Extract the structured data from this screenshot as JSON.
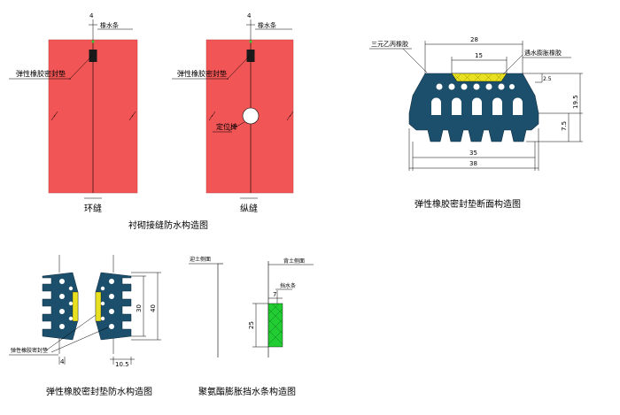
{
  "segment_joint": {
    "callout_water_bar": "橡水条",
    "callout_gasket": "弹性橡胶密封垫",
    "callout_locator": "定位棒",
    "dim_top": "4",
    "label_ring": "环缝",
    "label_longitudinal": "纵缝",
    "caption": "衬砌接缝防水构造图"
  },
  "gasket_section": {
    "label_epdm": "三元乙丙橡胶",
    "label_swelling": "遇水膨胀橡胶",
    "dim_28": "28",
    "dim_15": "15",
    "dim_25": "2.5",
    "dim_195": "19.5",
    "dim_75": "7.5",
    "dim_35": "35",
    "dim_38": "38",
    "caption": "弹性橡胶密封垫断面构造图"
  },
  "gasket_detail": {
    "dim_30": "30",
    "dim_40": "40",
    "dim_4": "4",
    "dim_105": "10.5",
    "callout": "弹性橡胶密封垫",
    "caption": "弹性橡胶密封垫防水构造图"
  },
  "water_bar": {
    "label_outer": "迎土侧面",
    "label_inner": "背土侧面",
    "label_bar": "挡水条",
    "dim_7": "7",
    "dim_25": "25",
    "caption": "聚氨酯膨胀挡水条构造图"
  },
  "colors": {
    "segment": "#f25555",
    "gasket": "#1c4f6c",
    "swelling": "#e8e020",
    "water_bar": "#22cc33",
    "seal_dark": "#1a1a1a"
  }
}
